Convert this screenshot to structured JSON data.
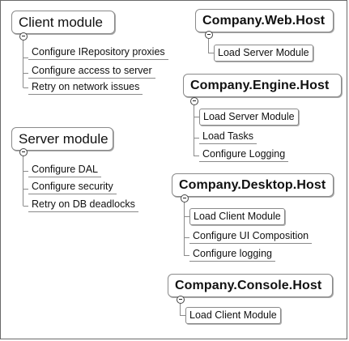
{
  "diagram": {
    "modules": [
      {
        "title": "Client module",
        "items": [
          "Configure IRepository proxies",
          "Configure access to server",
          "Retry on network issues"
        ]
      },
      {
        "title": "Server module",
        "items": [
          "Configure DAL",
          "Configure security",
          "Retry on DB deadlocks"
        ]
      }
    ],
    "hosts": [
      {
        "title": "Company.Web.Host",
        "items": [
          "Load Server Module"
        ]
      },
      {
        "title": "Company.Engine.Host",
        "items": [
          "Load Server Module",
          "Load Tasks",
          "Configure Logging"
        ]
      },
      {
        "title": "Company.Desktop.Host",
        "items": [
          "Load Client Module",
          "Configure UI Composition",
          "Configure logging"
        ]
      },
      {
        "title": "Company.Console.Host",
        "items": [
          "Load Client Module"
        ]
      }
    ]
  },
  "icons": {
    "collapse": "collapse-minus-icon"
  },
  "colors": {
    "border": "#8a8a8a",
    "text": "#111111",
    "background": "#ffffff"
  }
}
